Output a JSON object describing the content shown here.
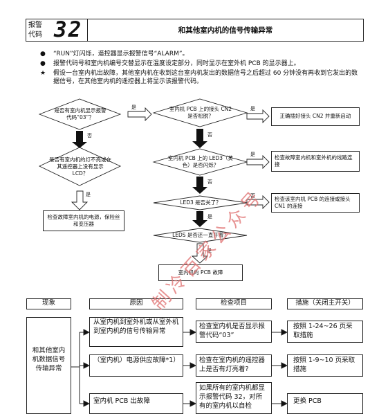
{
  "header": {
    "label": "报警\n代码",
    "code": "32",
    "title": "和其他室内机的信号传输异常"
  },
  "bullets": [
    {
      "mark": "●",
      "text": "“RUN”灯闪烁，遥控器显示报警信号“ALARM”。"
    },
    {
      "mark": "●",
      "text": "报警代码号和室内机编号交替显示在温度设定部分，同时显示在室外机 PCB 的显示器上。"
    },
    {
      "mark": "★",
      "text": "假设一台室内机出故障，其他室内机在收到这台室内机发出的数据信号之后超过 60 分钟没有再收到它发出的数据信号，在其他室内机的遥控器上将显示该报警代码。"
    }
  ],
  "flow": {
    "d1": "是否有室内机显示报警代码“03”？",
    "d1_yes": "是",
    "d1_no": "否",
    "d2": "室内机 PCB 上的接头 CN2 是否松脱？",
    "d2_yes": "是",
    "d2_no": "否",
    "a2": "正确插好接头 CN2 并重新启动",
    "d3": "是否有室内机的灯不亮或在其遥控器上没有显示 LCD？",
    "d3_yes": "是",
    "d4": "室内机 PCB 上的 LED3（黄色）是否闪烁？",
    "d4_yes": "是",
    "d4_no": "否",
    "a4": "检查故障室内机和室外机的线路连接",
    "d5": "LED3 是否关了？",
    "d5_yes": "是",
    "d5_no": "否",
    "a5": "检查该室内机 PCB 的连接或接头 CN1 的连接",
    "a3": "检查故障室内机的电源，保险丝和变压器",
    "d6": "LEDS 是否还一直开着？",
    "d6_yes": "是",
    "a6": "室内机的 PCB 故障"
  },
  "table": {
    "headers": [
      "现象",
      "原因",
      "检查项目",
      "措施（关闭主开关）"
    ],
    "phenomenon": "和其他室内机数据信号传输异常",
    "rows": [
      {
        "cause": "从室内机到室外机或从室外机到室内机的信号传输异常",
        "check": "检查室内机是否显示报警代码“03”",
        "action": "按照 1-24~26 页采取措施"
      },
      {
        "cause": "（室内机）电源供应故障*1）",
        "check": "检查在室内机的遥控器上是否有灯亮着?",
        "action": "按照 1-9~10 页采取措施"
      },
      {
        "cause": "室内机 PCB 出故障",
        "check": "如果所有的室内机都显示报警代码 32，对所有的室内机以自检",
        "action": "更换 PCB"
      }
    ]
  },
  "watermark": "制冷百家公众号"
}
